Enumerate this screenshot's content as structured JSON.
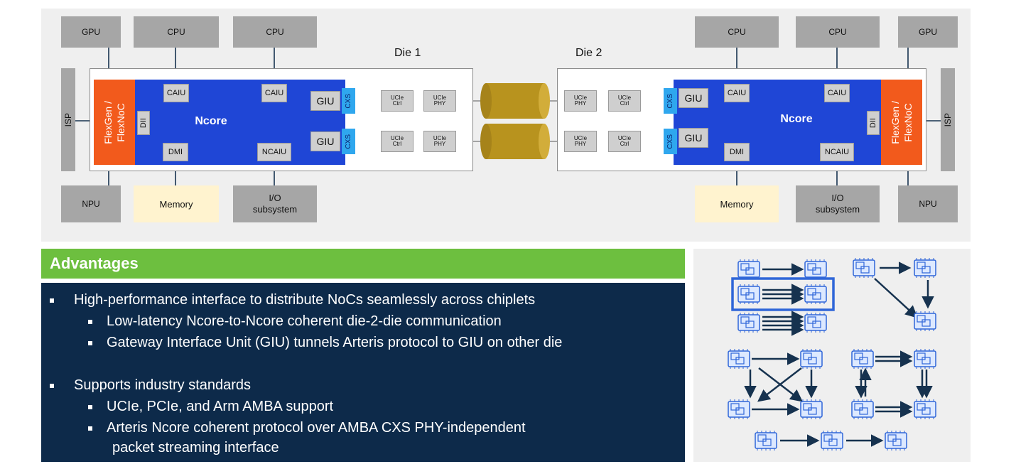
{
  "diagram": {
    "die1_label": "Die 1",
    "die2_label": "Die 2",
    "gpu": "GPU",
    "cpu": "CPU",
    "npu": "NPU",
    "isp": "ISP",
    "memory": "Memory",
    "io_line1": "I/O",
    "io_line2": "subsystem",
    "flex_line1": "FlexGen /",
    "flex_line2": "FlexNoC",
    "dii": "DII",
    "caiu": "CAIU",
    "dmi": "DMI",
    "ncaiu": "NCAIU",
    "ncore": "Ncore",
    "giu": "GIU",
    "cxs": "CXS",
    "ucie": "UCIe",
    "ctrl": "Ctrl",
    "phy": "PHY"
  },
  "advantages": {
    "title": "Advantages",
    "bullets": [
      "High-performance interface to distribute NoCs seamlessly across chiplets",
      "Low-latency Ncore-to-Ncore coherent die-2-die communication",
      "Gateway Interface Unit (GIU) tunnels Arteris protocol to GIU on other die",
      "Supports industry standards",
      "UCIe, PCIe, and Arm AMBA support",
      "Arteris Ncore coherent protocol over AMBA CXS PHY-independent",
      "packet streaming interface"
    ]
  },
  "colors": {
    "ncore_blue": "#1f46d6",
    "flexnoc_orange": "#f25a1c",
    "cxs_cyan": "#2fa7ee",
    "advantages_green": "#6dbf3f",
    "panel_navy": "#0d2a4a",
    "memory_cream": "#fff3cf",
    "link_gold": "#b8931e"
  }
}
